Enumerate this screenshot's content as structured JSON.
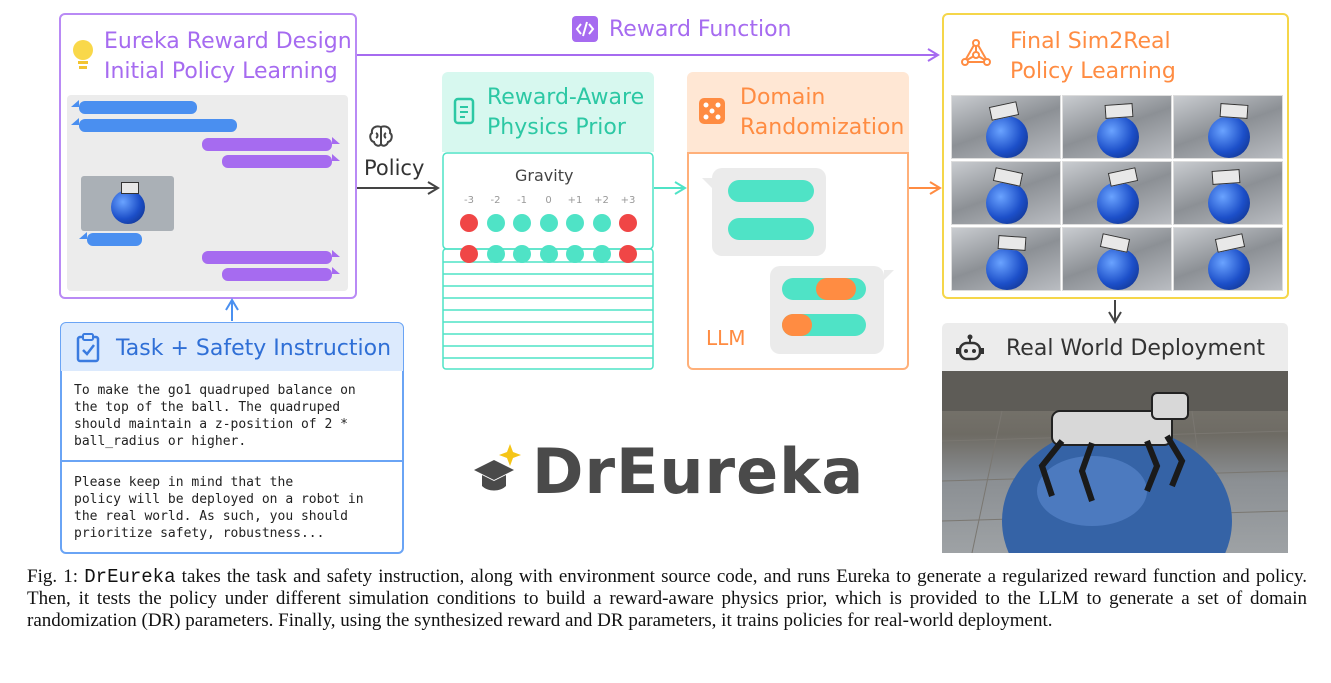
{
  "colors": {
    "purple": "#a66bf0",
    "teal": "#4fe3c6",
    "orange": "#ff8c42",
    "yellow": "#f5d64a",
    "blue": "#4a90f0",
    "red": "#f04646"
  },
  "eureka": {
    "line1": "Eureka Reward Design",
    "line2": "Initial Policy Learning",
    "icon": "lightbulb-icon"
  },
  "reward_function": {
    "label": "Reward Function",
    "icon": "code-icon"
  },
  "policy": {
    "label": "Policy",
    "icon": "brain-icon"
  },
  "physics_prior": {
    "line1": "Reward-Aware",
    "line2": "Physics Prior",
    "icon": "scroll-icon",
    "gravity_label": "Gravity",
    "ticks": [
      "-3",
      "-2",
      "-1",
      "0",
      "+1",
      "+2",
      "+3"
    ]
  },
  "domain_rand": {
    "line1": "Domain",
    "line2": "Randomization",
    "icon": "dice-icon",
    "llm_label": "LLM"
  },
  "final": {
    "line1": "Final Sim2Real",
    "line2": "Policy Learning",
    "icon": "network-icon"
  },
  "real_world": {
    "label": "Real World Deployment",
    "icon": "robot-icon"
  },
  "task": {
    "title": "Task + Safety Instruction",
    "icon": "clipboard-check-icon",
    "text1": "To make the go1 quadruped balance on\nthe top of the ball. The quadruped\nshould maintain a z-position of 2 *\nball_radius or higher.",
    "text2": "Please keep in mind that the\npolicy will be deployed on a robot in\nthe real world. As such, you should\nprioritize safety, robustness..."
  },
  "logo": {
    "text": "DrEureka"
  },
  "caption": {
    "fig": "Fig. 1: ",
    "name": "DrEureka",
    "body": " takes the task and safety instruction, along with environment source code, and runs Eureka to generate a regularized reward function and policy. Then, it tests the policy under different simulation conditions to build a reward-aware physics prior, which is provided to the LLM to generate a set of domain randomization (DR) parameters. Finally, using the synthesized reward and DR parameters, it trains policies for real-world deployment."
  }
}
